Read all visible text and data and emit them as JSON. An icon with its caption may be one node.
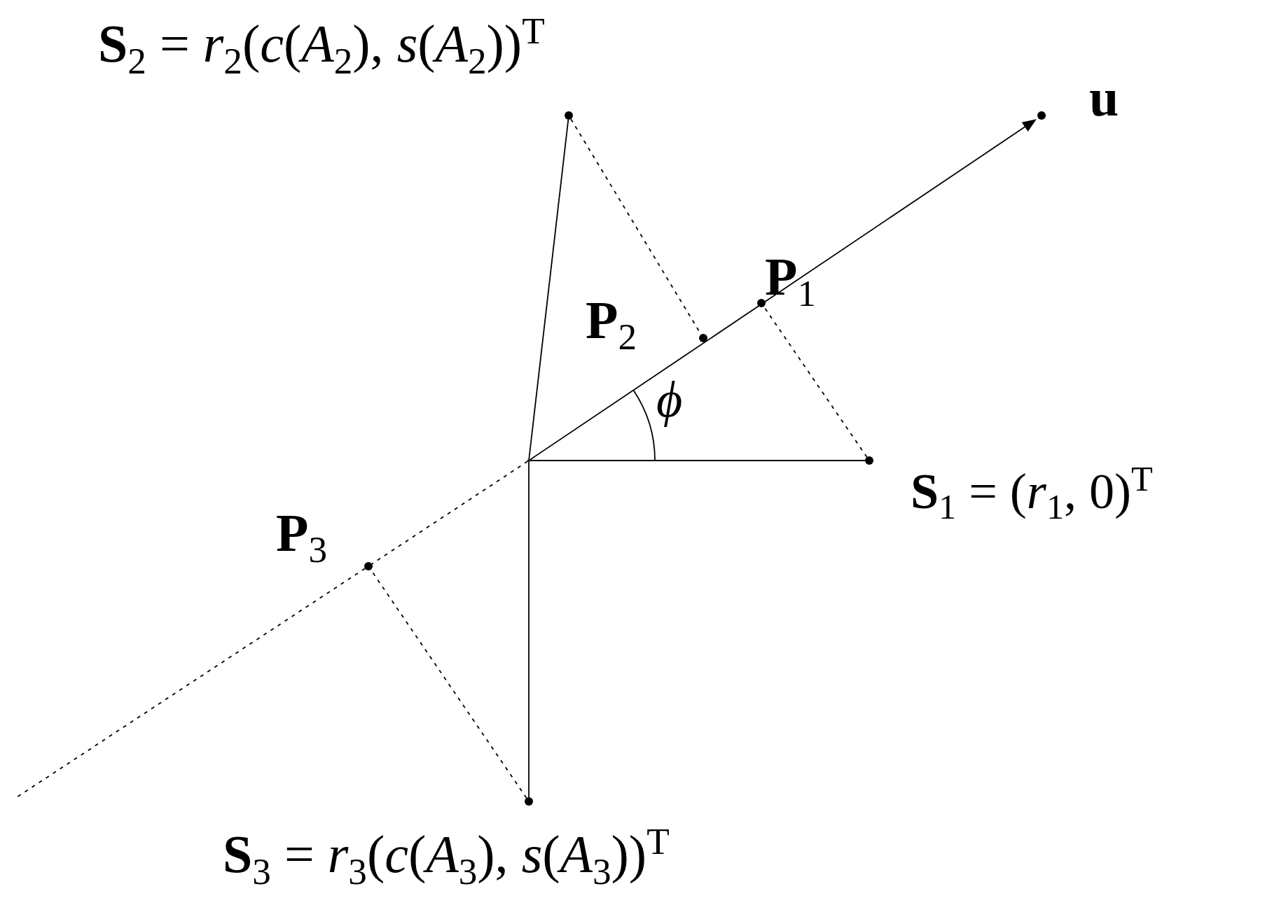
{
  "diagram": {
    "nodes": [
      {
        "text": [],
        "shape": "circle",
        "beside": [
          "**S**$_{2}$ = *r*$_{2}$(*c*(*A*$_{2}$), *s*(*A*$_{2}$))$^{T}$"
        ]
      },
      {
        "text": [],
        "shape": "circle",
        "beside": [
          "u"
        ]
      },
      {
        "text": [],
        "shape": "circle",
        "beside": [
          "**P**$_{1}$"
        ]
      },
      {
        "text": [],
        "shape": "circle",
        "beside": [
          "**P**$_{2}$"
        ]
      },
      {
        "text": [],
        "shape": "circle"
      },
      {
        "text": [],
        "shape": "circle",
        "beside": [
          "**S**$_{1}$ = (*r*$_{1}$, 0)$^{T}$"
        ]
      },
      {
        "text": [],
        "shape": "circle",
        "beside": [
          "**P**$_{3}$"
        ]
      },
      {
        "text": [],
        "shape": "circle",
        "beside": [
          "**S**$_{3}$ = *r*$_{3}$(*c*(*A*$_{3}$), *s*(*A*$_{3}$))$^{T}$"
        ]
      }
    ],
    "edges": [
      {
        "from": 4,
        "to": 5,
        "arrow": "none"
      },
      {
        "from": 4,
        "to": 0,
        "arrow": "none"
      },
      {
        "from": 4,
        "to": 7,
        "arrow": "none"
      },
      {
        "from": 4,
        "to": 1,
        "arrow": "to"
      },
      {
        "from": 0,
        "to": 3,
        "arrow": "none",
        "style": "dashed"
      },
      {
        "from": 5,
        "to": 2,
        "arrow": "none",
        "style": "dashed"
      },
      {
        "from": 7,
        "to": 6,
        "arrow": "none",
        "style": "dashed"
      },
      {
        "from": 4,
        "to": 6,
        "arrow": "none",
        "style": "dashed"
      },
      {
        "from": 6,
        "to": null,
        "arrow": "none",
        "style": "dashed"
      }
    ],
    "labels": [
      "ϕ"
    ]
  }
}
